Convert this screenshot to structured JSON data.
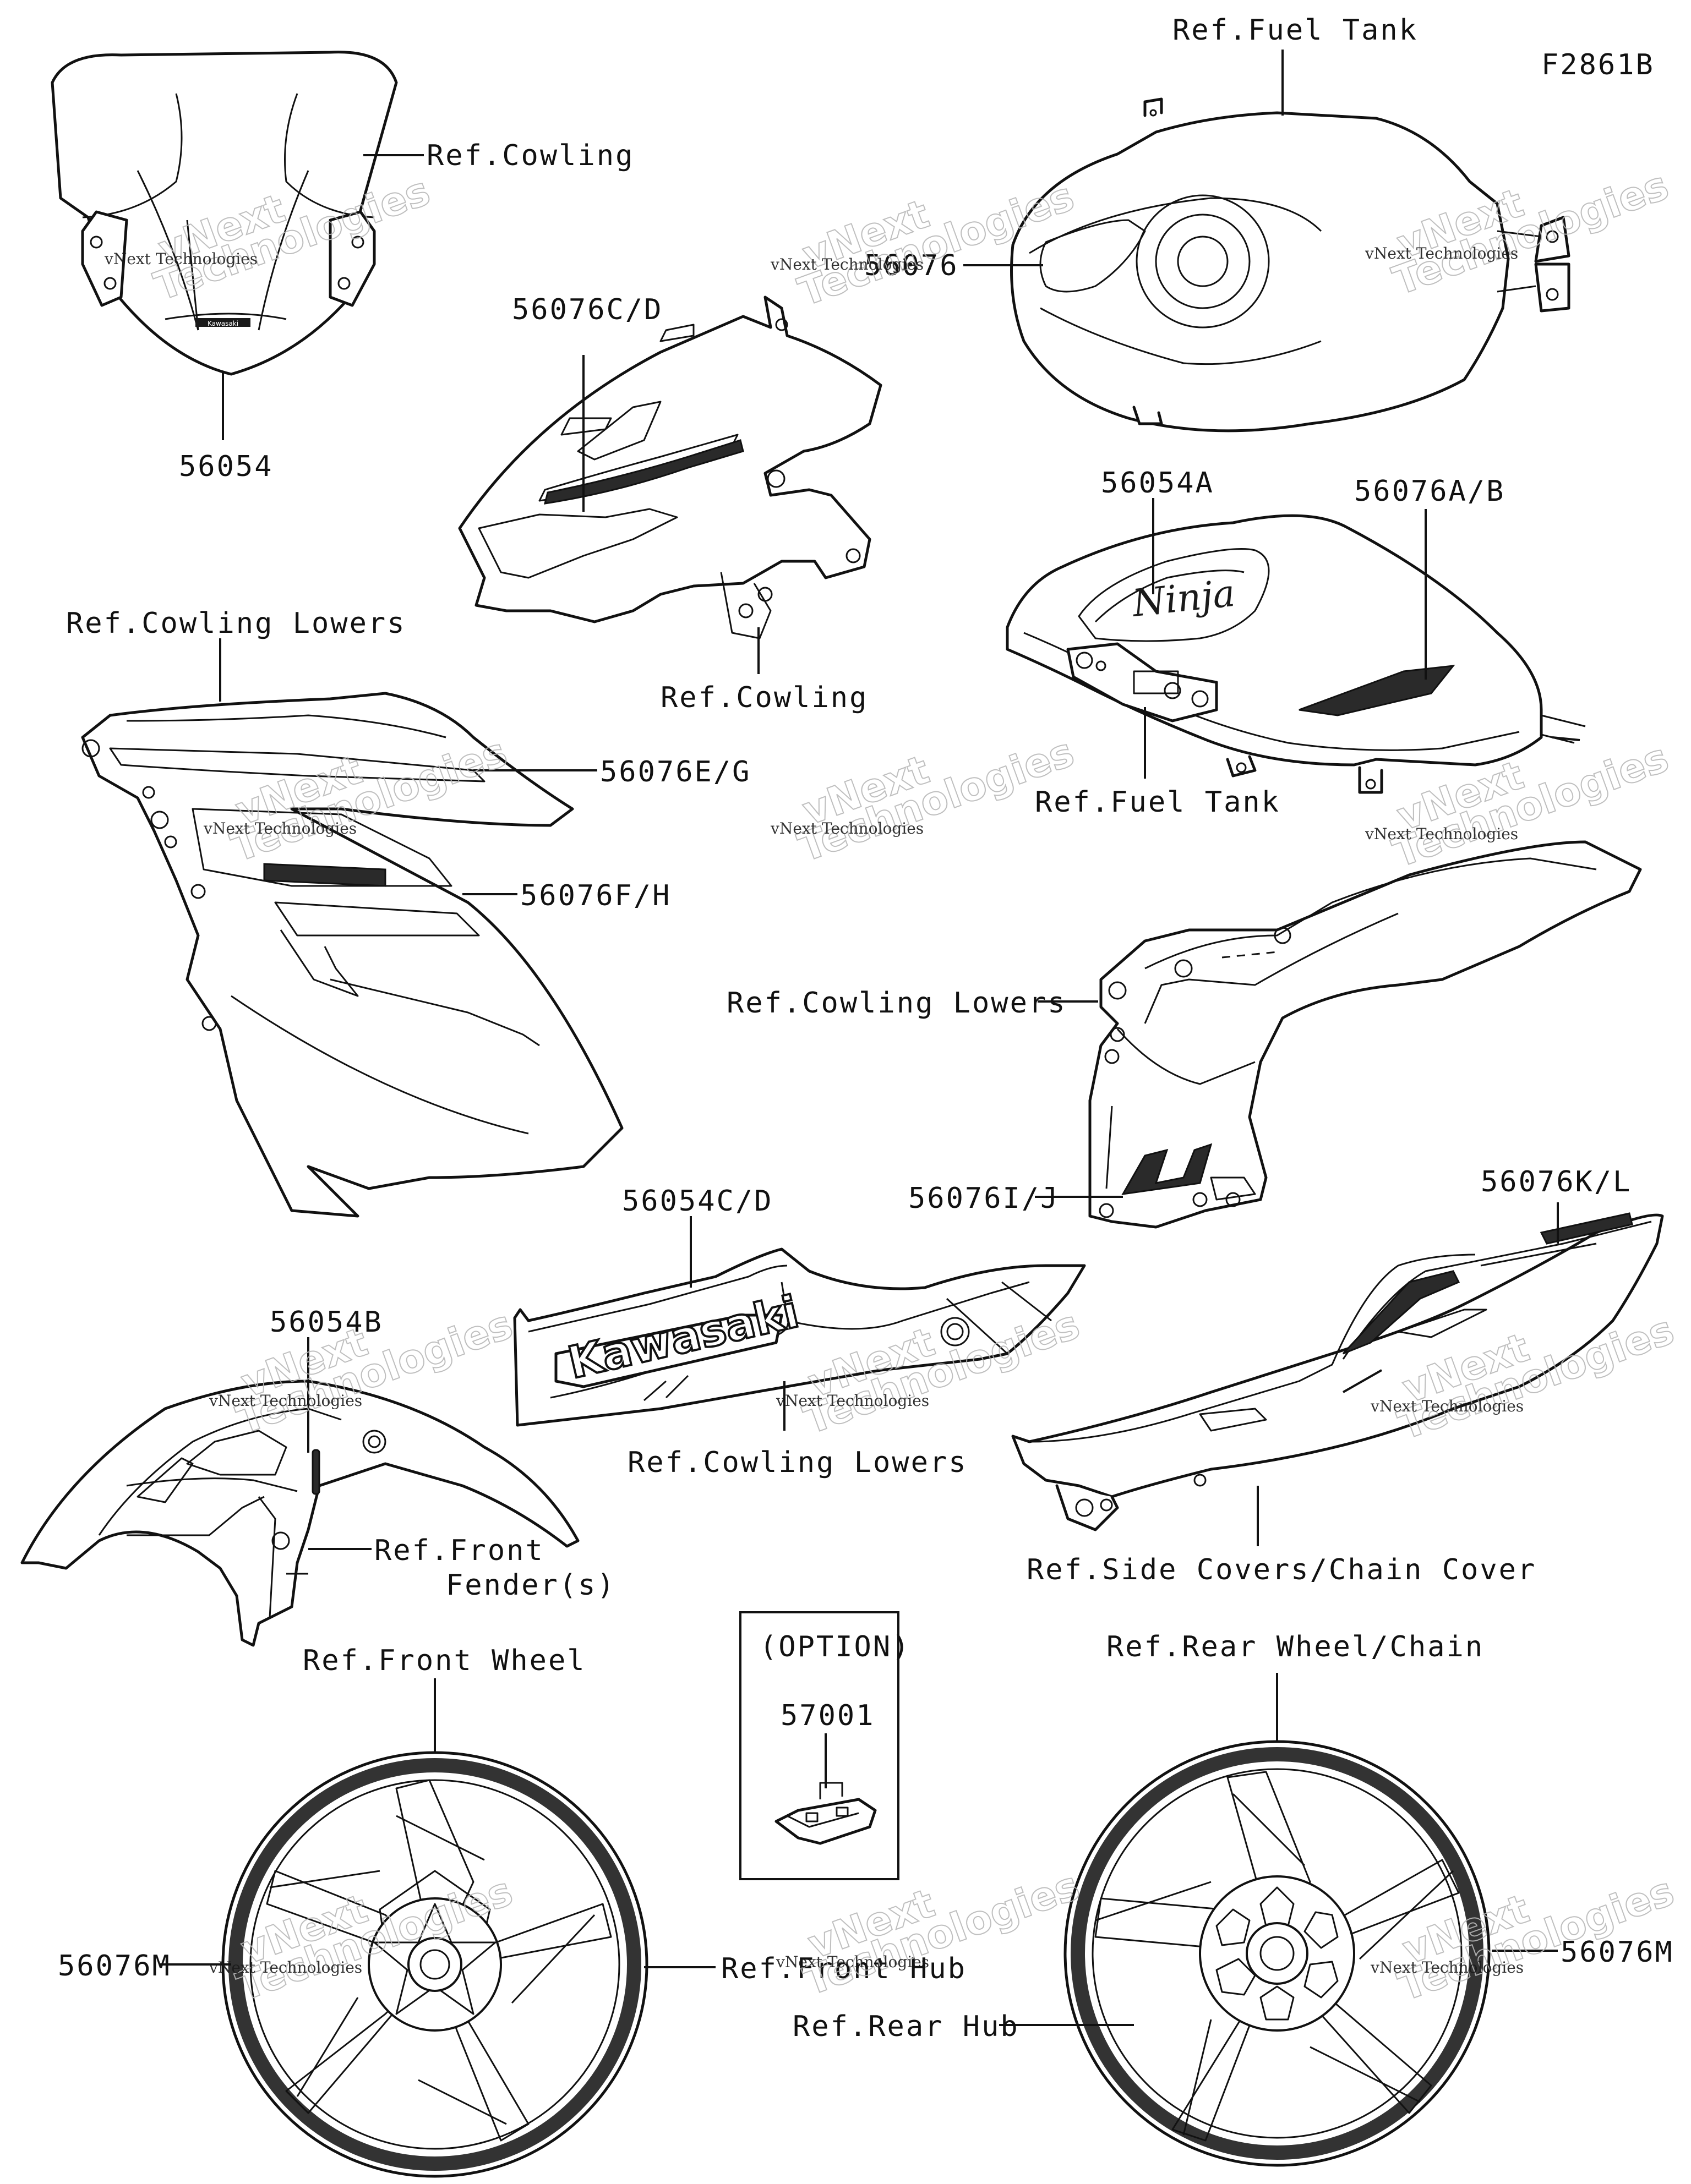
{
  "figure_code": "F2861B",
  "labels": {
    "ref_fuel_tank_top": "Ref.Fuel Tank",
    "ref_cowling_top": "Ref.Cowling",
    "p56054": "56054",
    "p56076": "56076",
    "p56076cd": "56076C/D",
    "ref_cowling_mid": "Ref.Cowling",
    "p56054a": "56054A",
    "p56076ab": "56076A/B",
    "ref_fuel_tank_mid": "Ref.Fuel Tank",
    "ref_cowling_lowers_left": "Ref.Cowling Lowers",
    "p56076eg": "56076E/G",
    "p56076fh": "56076F/H",
    "ref_cowling_lowers_right": "Ref.Cowling Lowers",
    "p56076ij": "56076I/J",
    "p56054cd": "56054C/D",
    "p56076kl": "56076K/L",
    "p56054b": "56054B",
    "ref_cowling_lowers_bottom": "Ref.Cowling Lowers",
    "ref_front_fender_1": "Ref.Front",
    "ref_front_fender_2": "Fender(s)",
    "ref_side_covers": "Ref.Side Covers/Chain Cover",
    "option": "(OPTION)",
    "p57001": "57001",
    "ref_front_wheel": "Ref.Front Wheel",
    "ref_rear_wheel": "Ref.Rear Wheel/Chain",
    "p56076m_left": "56076M",
    "ref_front_hub": "Ref.Front Hub",
    "ref_rear_hub": "Ref.Rear Hub",
    "p56076m_right": "56076M"
  },
  "decal_text": {
    "kawasaki_small": "Kawasaki",
    "kawasaki_big": "Kawasaki",
    "ninja": "Ninja"
  },
  "watermark": {
    "line1": "vNext Technologies",
    "line2": "vNext",
    "line3": "Technologies"
  }
}
